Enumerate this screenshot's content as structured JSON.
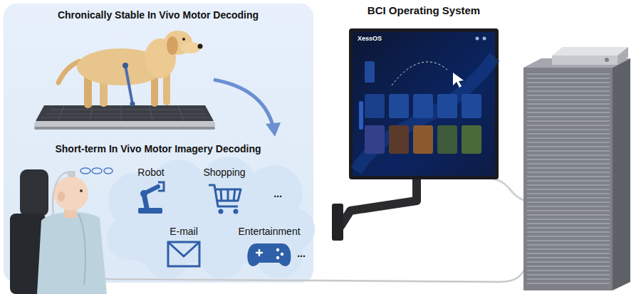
{
  "diagram": {
    "nodes": [
      {
        "text": [
          "Chronically Stable In Vivo Motor Decoding",
          "Short-term In Vivo Motor Imagery Decoding"
        ]
      },
      {
        "text": [
          "Robot",
          "Shopping",
          "...",
          "E-mail",
          "Entertainment",
          "..."
        ],
        "in": 0
      },
      {
        "text": [
          "BCI Operating System",
          "XessOS"
        ]
      }
    ]
  }
}
